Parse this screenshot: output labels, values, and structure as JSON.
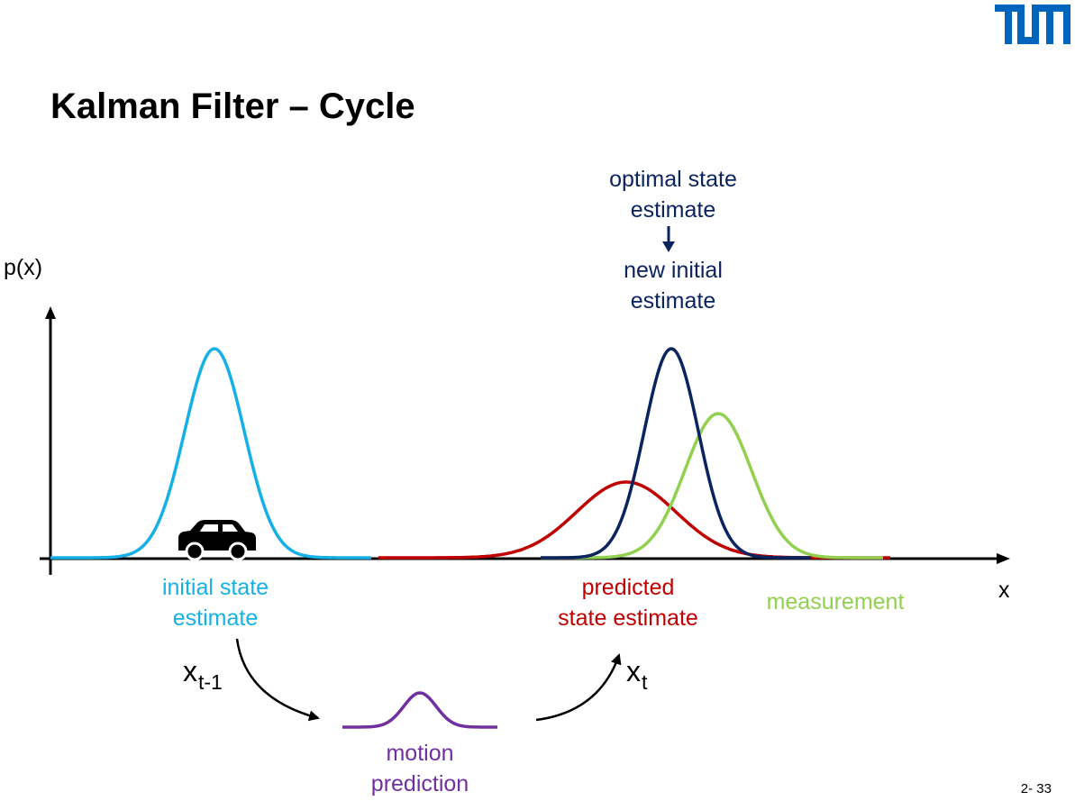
{
  "title": "Kalman Filter – Cycle",
  "logo": "TUM",
  "page_number": "2- 33",
  "axes": {
    "y_label": "p(x)",
    "x_label": "x"
  },
  "labels": {
    "optimal_state_line1": "optimal state",
    "optimal_state_line2": "estimate",
    "new_initial_line1": "new initial",
    "new_initial_line2": "estimate",
    "initial_state_line1": "initial state",
    "initial_state_line2": "estimate",
    "predicted_line1": "predicted",
    "predicted_line2": "state estimate",
    "measurement": "measurement",
    "motion_line1": "motion",
    "motion_line2": "prediction"
  },
  "variables": {
    "x_prev": {
      "base": "x",
      "sub": "t-1"
    },
    "x_curr": {
      "base": "x",
      "sub": "t"
    }
  },
  "colors": {
    "initial": "#15b0e6",
    "optimal": "#0b2460",
    "predicted": "#c00000",
    "measurement": "#92d050",
    "motion": "#7030a0",
    "logo": "#0065bd"
  },
  "icons": {
    "vehicle": "car-icon"
  }
}
